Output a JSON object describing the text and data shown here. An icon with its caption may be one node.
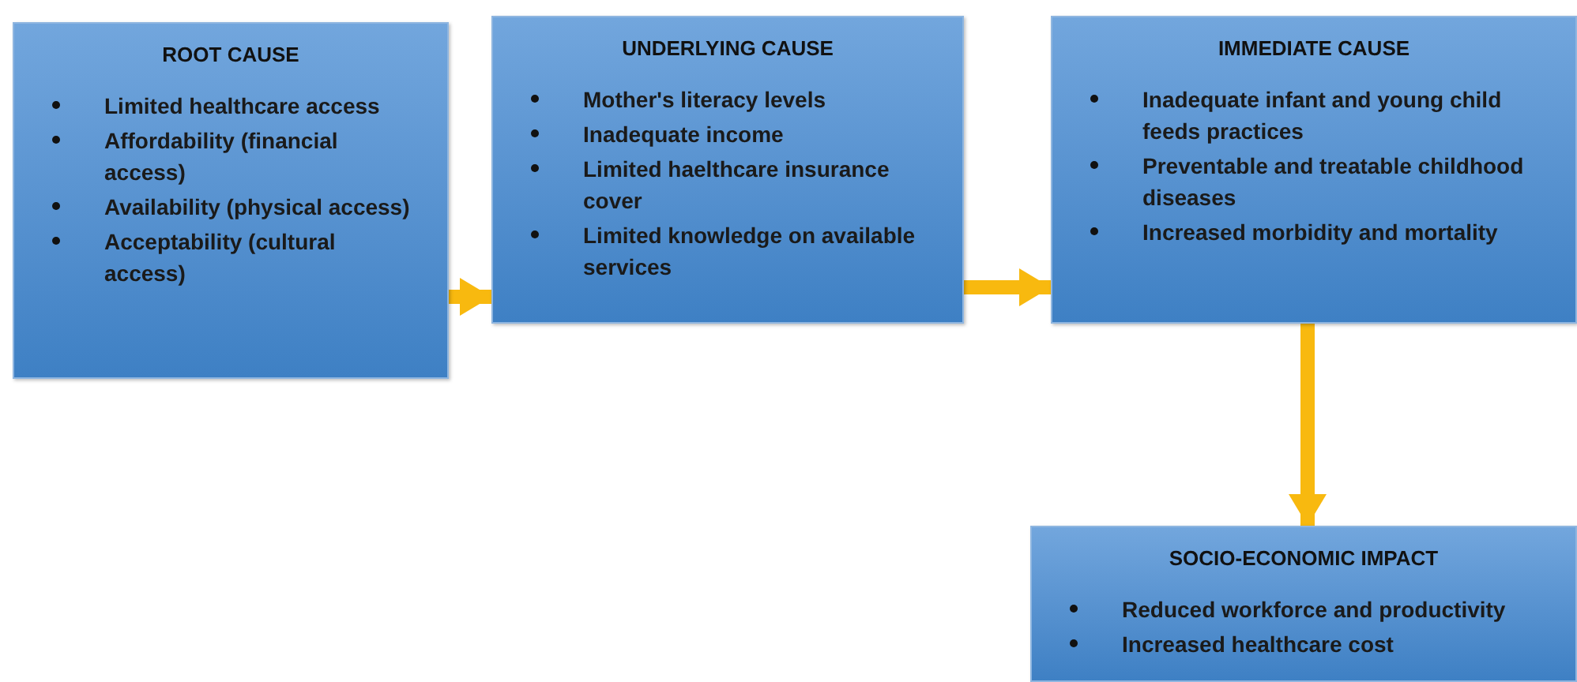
{
  "diagram": {
    "nodes": [
      {
        "text": [
          "ROOT CAUSE",
          "Limited healthcare access",
          "Affordability (financial access)",
          "Availability (physical access)",
          "Acceptability (cultural access)"
        ]
      },
      {
        "text": [
          "UNDERLYING CAUSE",
          "Mother's literacy levels",
          "Inadequate income",
          "Limited haelthcare insurance cover",
          "Limited knowledge on available services"
        ]
      },
      {
        "text": [
          "IMMEDIATE CAUSE",
          "Inadequate infant and young child feeds practices",
          "Preventable and treatable childhood diseases",
          "Increased morbidity and mortality"
        ]
      },
      {
        "text": [
          "SOCIO-ECONOMIC IMPACT",
          "Reduced workforce and productivity",
          "Increased healthcare cost"
        ]
      }
    ],
    "edges": [
      {
        "from": 0,
        "to": 1,
        "arrow": "to"
      },
      {
        "from": 1,
        "to": 2,
        "arrow": "to"
      },
      {
        "from": 2,
        "to": 3,
        "arrow": "to"
      }
    ]
  }
}
